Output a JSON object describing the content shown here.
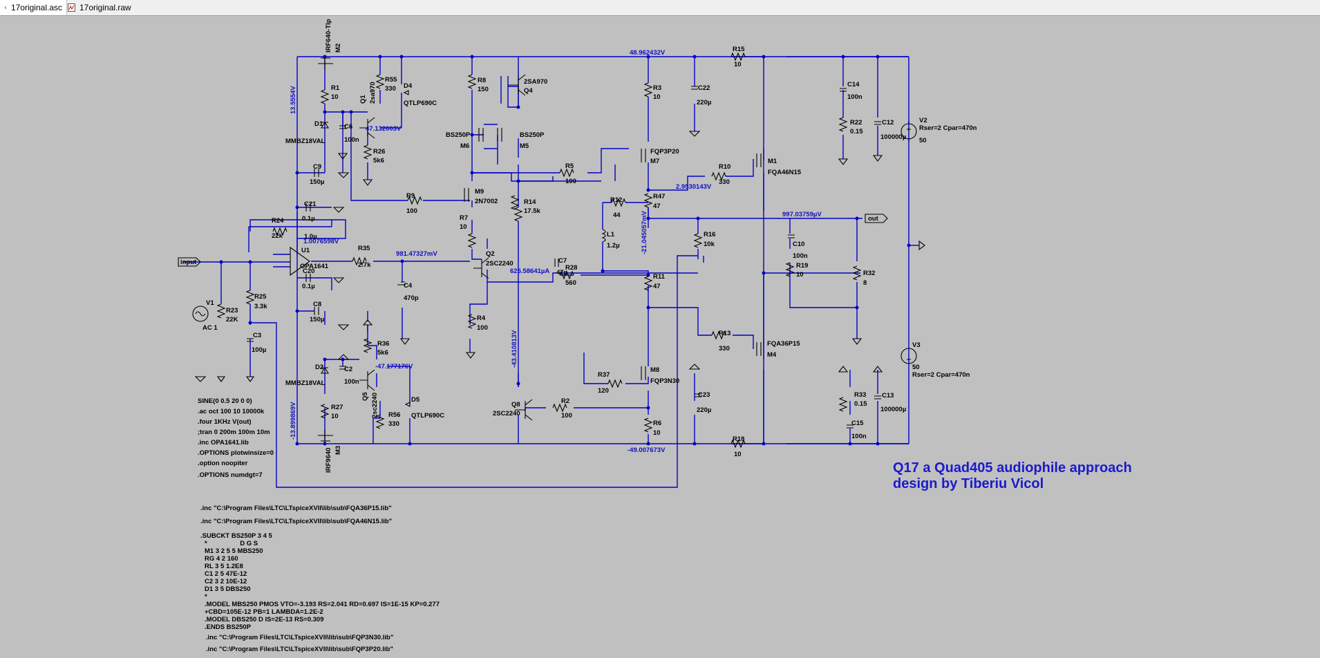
{
  "tabs": [
    {
      "label": "17original.asc",
      "icon": "schematic-icon",
      "active": true
    },
    {
      "label": "17original.raw",
      "icon": "waveform-icon",
      "active": false
    }
  ],
  "title": {
    "line1": "Q17 a Quad405 audiophile approach",
    "line2": "design by Tiberiu Vicol"
  },
  "components": {
    "M2": "M2",
    "M2v": "IRF640-Tlp",
    "R1": "R1",
    "R1v": "10",
    "D1": "D1",
    "D1v": "MMBZ18VAL",
    "C6": "C6",
    "C6v": "100n",
    "Q1": "Q1",
    "Q1v": "2sa970",
    "R55": "R55",
    "R55v": "330",
    "D4": "D4",
    "D4v": "QTLP690C",
    "R26": "R26",
    "R26v": "5k6",
    "C9": "C9",
    "C9v": "150µ",
    "R9": "R9",
    "R9v": "100",
    "C21": "C21",
    "C21v": "0.1µ",
    "C1v": "1.0µ",
    "U1": "U1",
    "U1v": "OPA1641",
    "R24": "R24",
    "R24v": "22k",
    "R35": "R35",
    "R35v": "2.7k",
    "C20": "C20",
    "C20v": "0.1µ",
    "C4": "C4",
    "C4v": "470p",
    "R25": "R25",
    "R25v": "3.3k",
    "C3": "C3",
    "C3v": "100µ",
    "V1": "V1",
    "V1v": "AC 1",
    "R23": "R23",
    "R23v": "22K",
    "C8": "C8",
    "C8v": "150µ",
    "R8": "R8",
    "R8v": "150",
    "Q4": "Q4",
    "Q4v": "2SA970",
    "M6": "M6",
    "M6v": "BS250P",
    "M5": "M5",
    "M5v": "BS250P",
    "M9": "M9",
    "M9v": "2N7002",
    "R7": "R7",
    "R7v": "10",
    "R14": "R14",
    "R14v": "17.5k",
    "Q2": "Q2",
    "Q2v": "2SC2240",
    "R4": "R4",
    "R4v": "100",
    "R5": "R5",
    "R5v": "100",
    "R3": "R3",
    "R3v": "10",
    "C22": "C22",
    "C22v": "220µ",
    "M7": "M7",
    "M7v": "FQP3P20",
    "R10": "R10",
    "R10v": "330",
    "M1": "M1",
    "M1v": "FQA46N15",
    "R15": "R15",
    "R15v": "10",
    "C14": "C14",
    "C14v": "100n",
    "R22": "R22",
    "R22v": "0.15",
    "C12": "C12",
    "C12v": "100000µ",
    "V2": "V2",
    "V2v": "50",
    "V2p": "Rser=2 Cpar=470n",
    "R47": "R47",
    "R47v": "47",
    "R12": "R12",
    "R12v": "44",
    "L1": "L1",
    "L1v": "1.2µ",
    "R16": "R16",
    "R16v": "10k",
    "C7": "C7",
    "C7v": "47p",
    "R28": "R28",
    "R28v": "560",
    "R11": "R11",
    "R11v": "47",
    "C10": "C10",
    "C10v": "100n",
    "R19": "R19",
    "R19v": "10",
    "R32": "R32",
    "R32v": "8",
    "R13": "R13",
    "R13v": "330",
    "M4": "M4",
    "M4v": "FQA36P15",
    "V3": "V3",
    "V3v": "50",
    "V3p": "Rser=2 Cpar=470n",
    "D2": "D2",
    "D2v": "MMBZ18VAL",
    "C2": "C2",
    "C2v": "100n",
    "R36": "R36",
    "R36v": "5k6",
    "Q5": "Q5",
    "Q5v": "2sc2240",
    "R56": "R56",
    "R56v": "330",
    "D5": "D5",
    "D5v": "QTLP690C",
    "R27": "R27",
    "R27v": "10",
    "M3": "M3",
    "M3v": "IRF9640",
    "R37": "R37",
    "R37v": "120",
    "M8": "M8",
    "M8v": "FQP3N30",
    "R2": "R2",
    "R2v": "100",
    "Q8": "Q8",
    "Q8v": "2SC2240",
    "R6": "R6",
    "R6v": "10",
    "C23": "C23",
    "C23v": "220µ",
    "R33": "R33",
    "R33v": "0.15",
    "C13": "C13",
    "C13v": "100000µ",
    "C15": "C15",
    "C15v": "100n",
    "R18": "R18",
    "R18v": "10"
  },
  "nodes": {
    "vtop": "48.962432V",
    "vbot": "-49.007673V",
    "v1": "13.5554V",
    "v2": "-13.899869V",
    "q1e": "47.132003V",
    "q5e": "-47.177176V",
    "u1in": "1.0076598V",
    "q2b": "981.47327mV",
    "q2e": "625.58641µA",
    "m1g": "2.9530143V",
    "mid": "-21.045057mV",
    "out": "997.03759µV",
    "q8c": "-43.410813V"
  },
  "ports": {
    "input": "input",
    "out": "out"
  },
  "directives": [
    "SINE(0 0.5 20 0 0)",
    ".ac oct 100 10 10000k",
    ".four 1KHz V(out)",
    ";tran 0 200m 100m 10m",
    ".inc OPA1641.lib",
    ".OPTIONS plotwinsize=0",
    ".option noopiter",
    ".OPTIONS numdgt=7"
  ],
  "includes": [
    ".inc \"C:\\Program Files\\LTC\\LTspiceXVII\\lib\\sub\\FQA36P15.lib\"",
    ".inc \"C:\\Program Files\\LTC\\LTspiceXVII\\lib\\sub\\FQA46N15.lib\""
  ],
  "subckt": [
    ".SUBCKT BS250P 3 4 5",
    "*                  D G S",
    "M1 3 2 5 5 MBS250",
    "RG 4 2 160",
    "RL 3 5 1.2E8",
    "C1 2 5 47E-12",
    "C2 3 2 10E-12",
    "D1 3 5 DBS250",
    "*",
    ".MODEL MBS250 PMOS VTO=-3.193 RS=2.041 RD=0.697 IS=1E-15 KP=0.277",
    "+CBD=105E-12 PB=1 LAMBDA=1.2E-2",
    ".MODEL DBS250 D IS=2E-13 RS=0.309",
    ".ENDS BS250P"
  ],
  "includes2": [
    ".inc \"C:\\Program Files\\LTC\\LTspiceXVII\\lib\\sub\\FQP3N30.lib\"",
    ".inc \"C:\\Program Files\\LTC\\LTspiceXVII\\lib\\sub\\FQP3P20.lib\""
  ],
  "colors": {
    "wire": "#0000c8",
    "component": "#000000",
    "title": "#1a1acc",
    "background": "#c0c0c0"
  }
}
